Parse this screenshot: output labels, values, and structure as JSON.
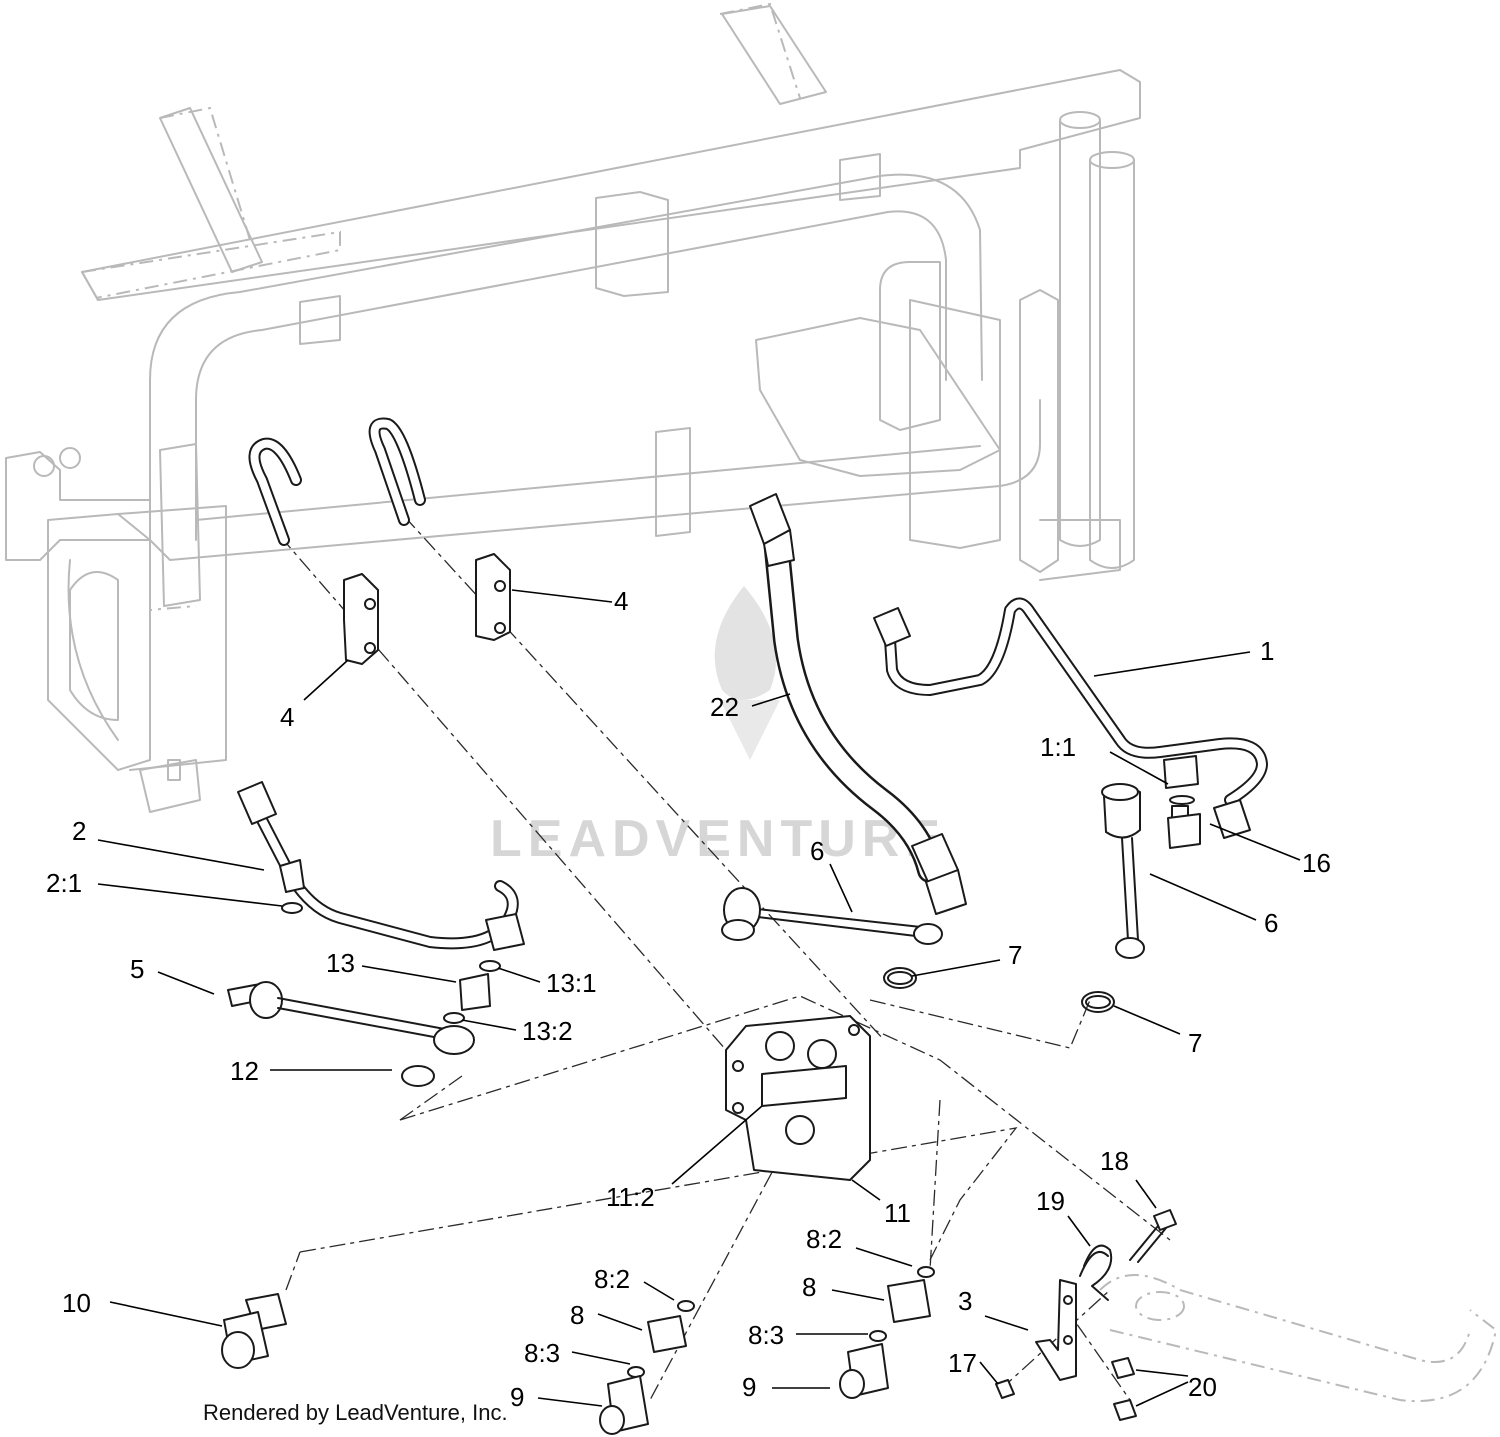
{
  "callouts": {
    "c1": "1",
    "c1_1": "1:1",
    "c2": "2",
    "c2_1": "2:1",
    "c3": "3",
    "c4a": "4",
    "c4b": "4",
    "c5": "5",
    "c6a": "6",
    "c6b": "6",
    "c7a": "7",
    "c7b": "7",
    "c8a": "8",
    "c8b": "8",
    "c8_2a": "8:2",
    "c8_2b": "8:2",
    "c8_3a": "8:3",
    "c8_3b": "8:3",
    "c9a": "9",
    "c9b": "9",
    "c10": "10",
    "c11": "11",
    "c11_2": "11:2",
    "c12": "12",
    "c13": "13",
    "c13_1": "13:1",
    "c13_2": "13:2",
    "c16": "16",
    "c17": "17",
    "c18": "18",
    "c19": "19",
    "c20": "20",
    "c22": "22"
  },
  "watermark": "LEADVENTURE",
  "credit": "Rendered by LeadVenture, Inc."
}
